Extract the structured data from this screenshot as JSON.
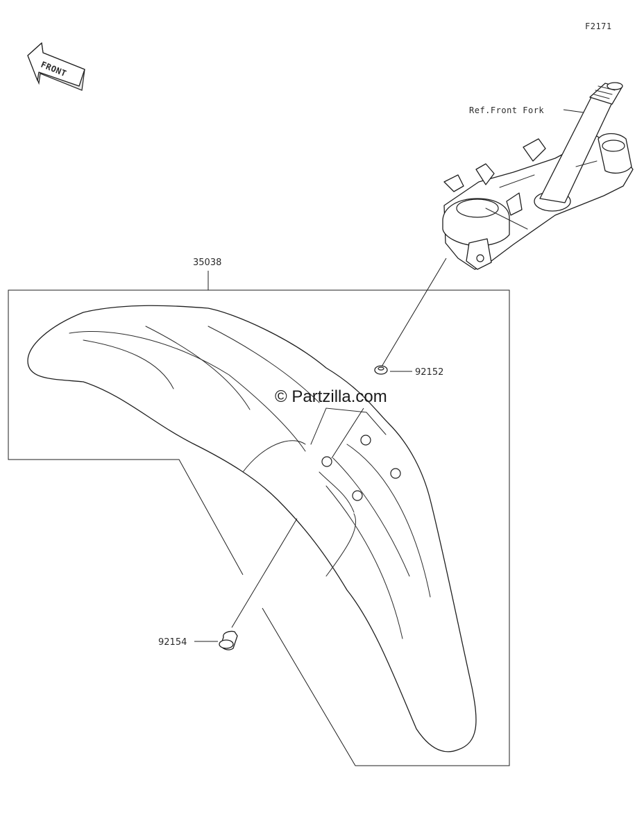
{
  "diagram": {
    "figure_code": "F2171",
    "front_arrow_text": "FRONT",
    "watermark": "© Partzilla.com",
    "reference_label": "Ref.Front Fork",
    "callouts": {
      "fender": "35038",
      "top_bolt": "92152",
      "bottom_bolt": "92154"
    }
  }
}
